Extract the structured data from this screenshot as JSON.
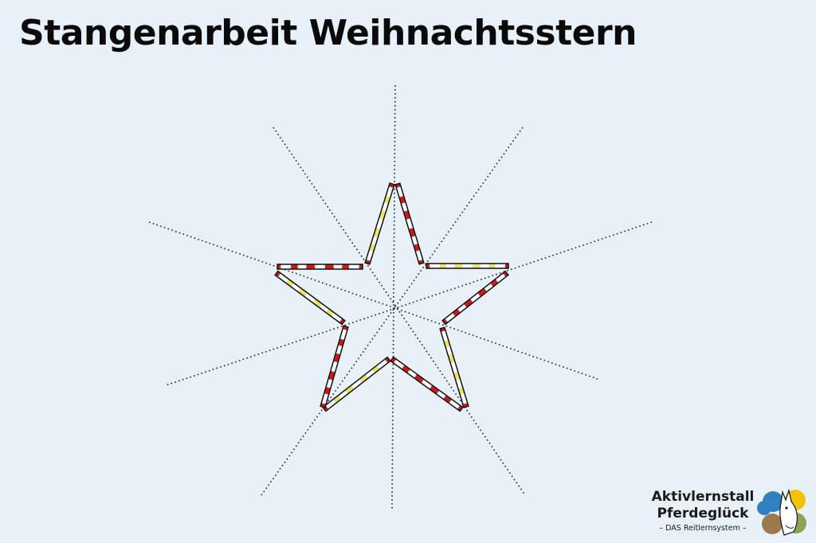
{
  "title": "Stangenarbeit Weihnachtsstern",
  "logo": {
    "line1": "Aktivlernstall",
    "line2": "Pferdeglück",
    "line3": "– DAS Reitlernsystem –"
  },
  "colors": {
    "background": "#e8f1f8",
    "pole_red": "#d01818",
    "pole_yellow": "#ece36a",
    "pole_white": "#ffffff",
    "outline": "#111111",
    "logo_blue": "#2f7fc1",
    "logo_yellow": "#f2c400",
    "logo_brown": "#9a7a4e",
    "logo_green": "#8aa654"
  },
  "diagram": {
    "guide_lines": 5,
    "poles": [
      {
        "name": "pole-top-left",
        "color": "yellow"
      },
      {
        "name": "pole-top-right",
        "color": "red"
      },
      {
        "name": "pole-right-upper",
        "color": "yellow"
      },
      {
        "name": "pole-right-lower",
        "color": "red"
      },
      {
        "name": "pole-bottom-right-outer",
        "color": "yellow"
      },
      {
        "name": "pole-bottom-right-inner",
        "color": "red"
      },
      {
        "name": "pole-bottom-left-inner",
        "color": "yellow"
      },
      {
        "name": "pole-bottom-left-outer",
        "color": "red"
      },
      {
        "name": "pole-left-lower",
        "color": "yellow"
      },
      {
        "name": "pole-left-upper",
        "color": "red"
      }
    ]
  }
}
